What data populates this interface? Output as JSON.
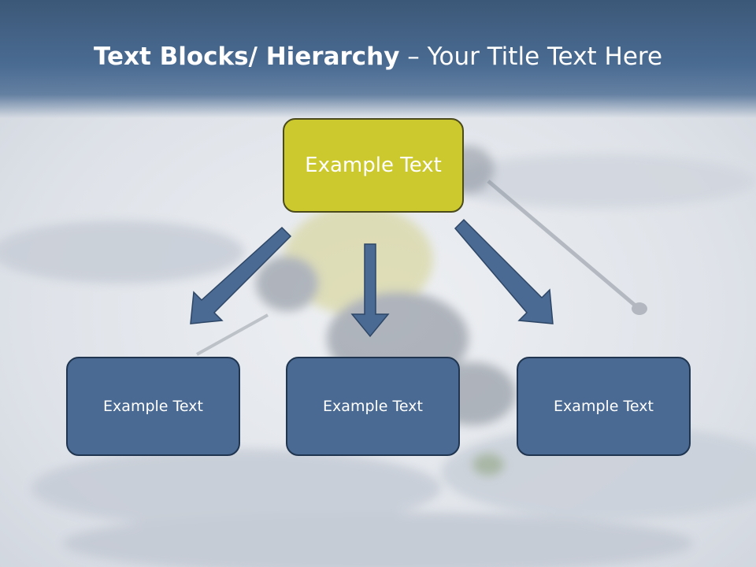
{
  "slide": {
    "title_bold": "Text Blocks/ Hierarchy",
    "title_separator": " – ",
    "title_rest": "Your Title Text Here"
  },
  "diagram": {
    "root": {
      "label": "Example Text",
      "color": "#ccc92e"
    },
    "children": [
      {
        "label": "Example Text"
      },
      {
        "label": "Example Text"
      },
      {
        "label": "Example Text"
      }
    ],
    "child_color": "#4a6a93",
    "arrow_color": "#4a6a93"
  }
}
